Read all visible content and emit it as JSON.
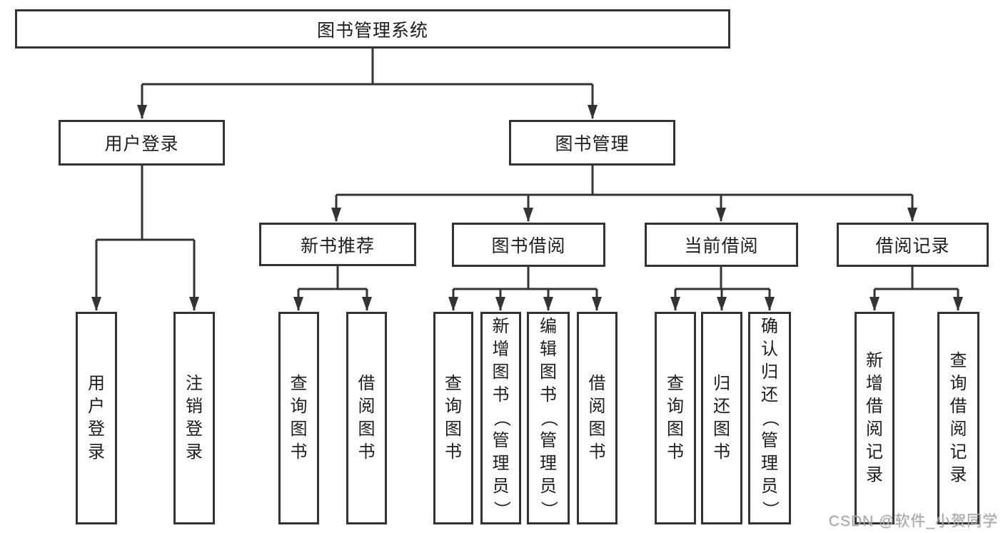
{
  "diagram": {
    "root": {
      "label": "图书管理系统"
    },
    "level2": {
      "user_login": {
        "label": "用户登录",
        "children": [
          {
            "label": "用户登录"
          },
          {
            "label": "注销登录"
          }
        ]
      },
      "book_management": {
        "label": "图书管理",
        "children": [
          {
            "label": "新书推荐",
            "children": [
              {
                "label": "查询图书"
              },
              {
                "label": "借阅图书"
              }
            ]
          },
          {
            "label": "图书借阅",
            "children": [
              {
                "label": "查询图书"
              },
              {
                "label": "新增图书（管理员）"
              },
              {
                "label": "编辑图书（管理员）"
              },
              {
                "label": "借阅图书"
              }
            ]
          },
          {
            "label": "当前借阅",
            "children": [
              {
                "label": "查询图书"
              },
              {
                "label": "归还图书"
              },
              {
                "label": "确认归还（管理员）"
              }
            ]
          },
          {
            "label": "借阅记录",
            "children": [
              {
                "label": "新增借阅记录"
              },
              {
                "label": "查询借阅记录"
              }
            ]
          }
        ]
      }
    }
  },
  "watermark": {
    "text": "CSDN @软件_小贺同学"
  },
  "style": {
    "line_color": "#333333",
    "border_color": "#333333",
    "text_color": "#1d1d1f",
    "watermark_color": "#a8a8aa",
    "background": "#ffffff"
  }
}
